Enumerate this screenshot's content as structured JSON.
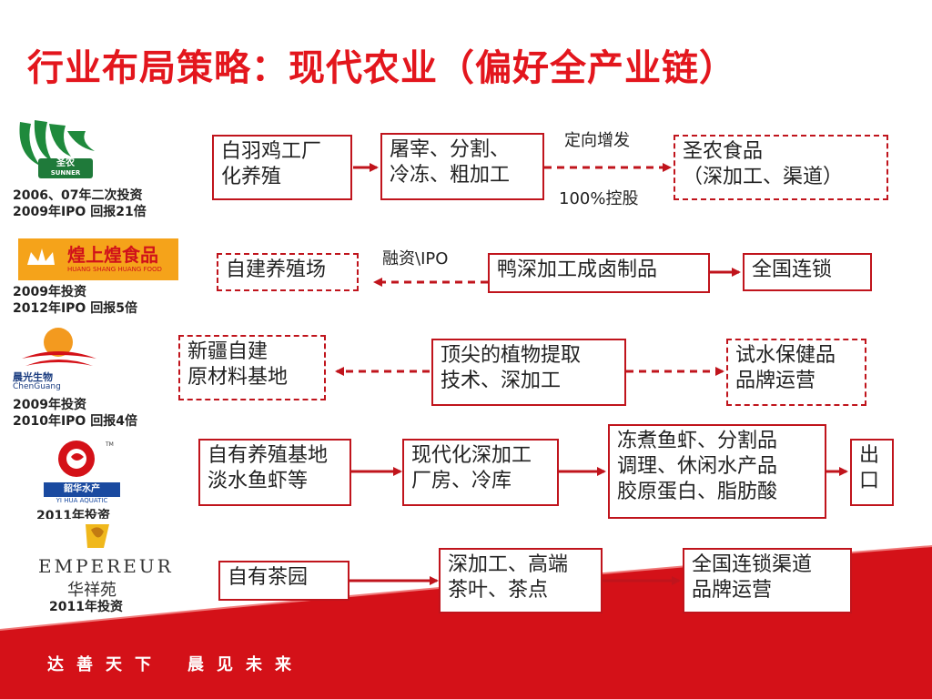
{
  "title": "行业布局策略：现代农业（偏好全产业链）",
  "logos": [
    {
      "name": "圣农",
      "sub": "SUNNER",
      "cap1": "2006、07年二次投资",
      "cap2": "2009年IPO 回报21倍"
    },
    {
      "name": "煌上煌食品",
      "sub": "HUANG SHANG HUANG FOOD",
      "cap1": "2009年投资",
      "cap2": "2012年IPO 回报5倍"
    },
    {
      "name": "晨光生物",
      "sub": "ChenGuang",
      "cap1": "2009年投资",
      "cap2": "2010年IPO 回报4倍"
    },
    {
      "name": "韶华水产",
      "sub": "YI HUA AQUATIC",
      "cap1": "2011年投资"
    },
    {
      "name": "EMPEREUR",
      "sub": "华祥苑",
      "cap1": "2011年投资"
    }
  ],
  "rows": [
    {
      "boxes": [
        {
          "l1": "白羽鸡工厂",
          "l2": "化养殖"
        },
        {
          "l1": "屠宰、分割、",
          "l2": "冷冻、粗加工"
        },
        {
          "l1": "圣农食品",
          "l2": "（深加工、渠道）"
        }
      ],
      "label_a": "定向增发",
      "label_b": "100%控股"
    },
    {
      "boxes": [
        {
          "l1": "自建养殖场"
        },
        {
          "l1": "鸭深加工成卤制品"
        },
        {
          "l1": "全国连锁"
        }
      ],
      "label_a": "融资\\IPO"
    },
    {
      "boxes": [
        {
          "l1": "新疆自建",
          "l2": "原材料基地"
        },
        {
          "l1": "顶尖的植物提取",
          "l2": "技术、深加工"
        },
        {
          "l1": "试水保健品",
          "l2": "品牌运营"
        }
      ]
    },
    {
      "boxes": [
        {
          "l1": "自有养殖基地",
          "l2": "淡水鱼虾等"
        },
        {
          "l1": "现代化深加工",
          "l2": "厂房、冷库"
        },
        {
          "l1": "冻煮鱼虾、分割品",
          "l2": "调理、休闲水产品",
          "l3": "胶原蛋白、脂肪酸"
        },
        {
          "l1": "出",
          "l2": "口"
        }
      ]
    },
    {
      "boxes": [
        {
          "l1": "自有茶园"
        },
        {
          "l1": "深加工、高端",
          "l2": "茶叶、茶点"
        },
        {
          "l1": "全国连锁渠道",
          "l2": "品牌运营"
        }
      ]
    }
  ],
  "footer": {
    "slogan_a": "达善天下",
    "slogan_b": "晨见未来"
  },
  "colors": {
    "brand_red": "#e3161d",
    "box_border": "#c0141c",
    "green": "#1f7a3a"
  }
}
